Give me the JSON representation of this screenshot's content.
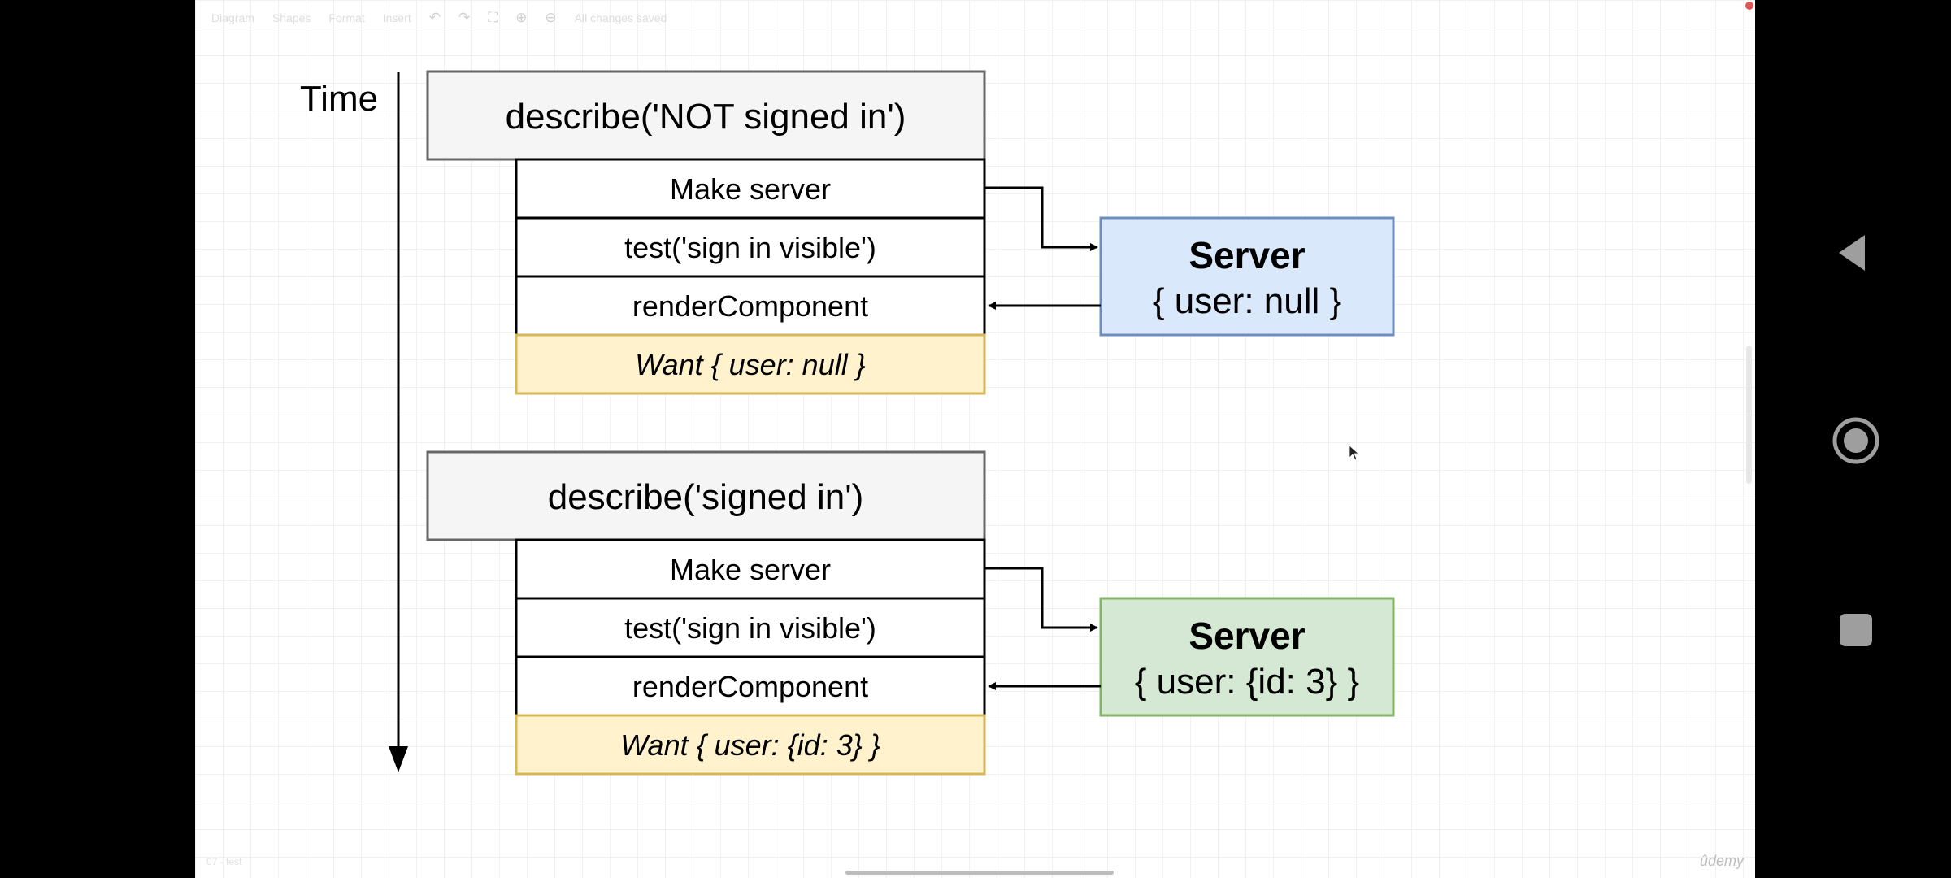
{
  "toolbar": {
    "diagram_menu": "Diagram",
    "shapes_tab": "Shapes",
    "format_tab": "Format",
    "insert_menu": "Insert",
    "status_text": "All changes saved"
  },
  "diagram": {
    "time_label": "Time",
    "groups": [
      {
        "header": "describe('NOT signed in')",
        "steps": [
          "Make server",
          "test('sign in visible')",
          "renderComponent"
        ],
        "want": "Want { user: null }",
        "server_title": "Server",
        "server_state": "{ user: null }"
      },
      {
        "header": "describe('signed in')",
        "steps": [
          "Make server",
          "test('sign in visible')",
          "renderComponent"
        ],
        "want": "Want { user: {id: 3} }",
        "server_title": "Server",
        "server_state": "{ user: {id: 3} }"
      }
    ]
  },
  "footer": {
    "active_tab": "07 - test",
    "brand": "ûdemy"
  },
  "colors": {
    "header_fill": "#f5f5f5",
    "want_fill": "#fff2cc",
    "want_stroke": "#d6b656",
    "server1_fill": "#dae8fc",
    "server1_stroke": "#6c8ebf",
    "server2_fill": "#d5e8d4",
    "server2_stroke": "#82b366"
  },
  "icons": {
    "nav_back": "back-triangle-icon",
    "nav_home": "home-circle-icon",
    "nav_recents": "recents-square-icon"
  }
}
